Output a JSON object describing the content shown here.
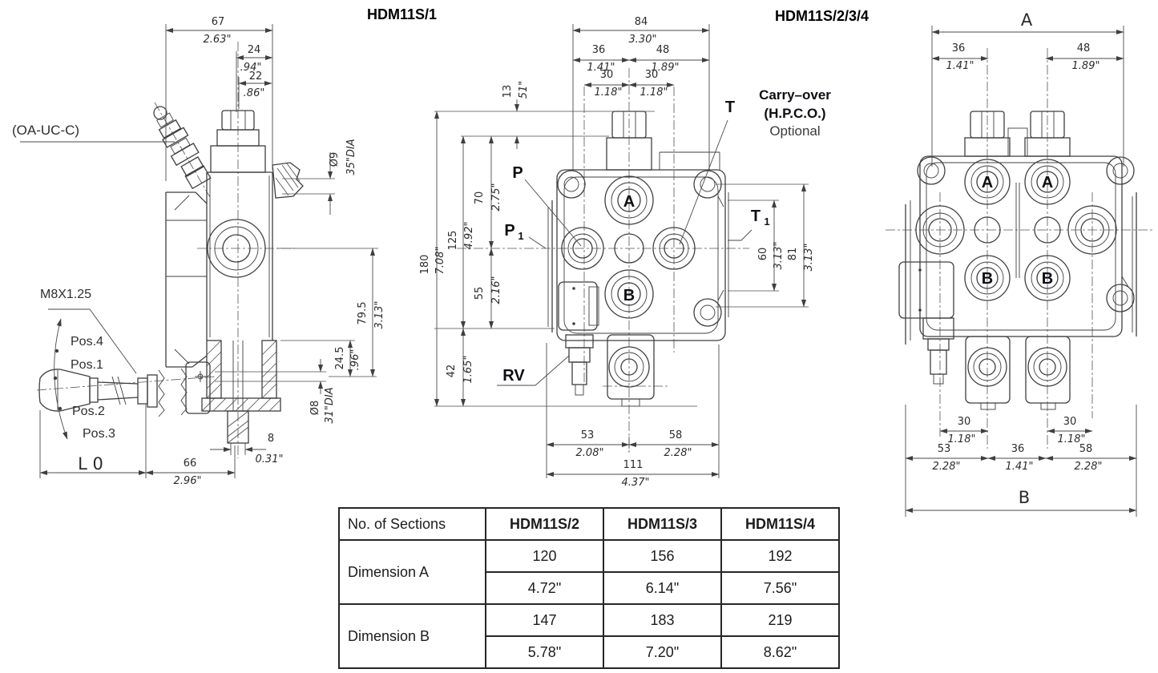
{
  "left": {
    "note": "(OA-UC-C)",
    "thread": "M8X1.25",
    "lever_len": "L 0",
    "pos": {
      "p4": "Pos.4",
      "p1": "Pos.1",
      "p2": "Pos.2",
      "p3": "Pos.3"
    },
    "d67": {
      "mm": "67",
      "in": "2.63\""
    },
    "d24": {
      "mm": "24",
      "in": ".94\""
    },
    "d22": {
      "mm": "22",
      "in": ".86\""
    },
    "d9": {
      "mm": "Ø9",
      "in": "35\"DIA"
    },
    "d795": {
      "mm": "79.5",
      "in": "3.13\""
    },
    "d245": {
      "mm": "24.5",
      "in": ".96\""
    },
    "d8dia": {
      "mm": "Ø8",
      "in": "31\"DIA"
    },
    "d8": {
      "mm": "8",
      "in": "0.31\""
    },
    "d66": {
      "mm": "66",
      "in": "2.96\""
    }
  },
  "middle": {
    "title": "HDM11S/1",
    "carry1": "Carry–over",
    "carry2": "(H.P.C.O.)",
    "carry3": "Optional",
    "ports": {
      "p": "P",
      "p1": "P",
      "p1s": "1",
      "a": "A",
      "b": "B",
      "t": "T",
      "t1": "T",
      "t1s": "1",
      "rv": "RV"
    },
    "d84": {
      "mm": "84",
      "in": "3.30\""
    },
    "d36": {
      "mm": "36",
      "in": "1.41\""
    },
    "d48": {
      "mm": "48",
      "in": "1.89\""
    },
    "d30a": {
      "mm": "30",
      "in": "1.18\""
    },
    "d30b": {
      "mm": "30",
      "in": "1.18\""
    },
    "d13": {
      "mm": "13",
      "in": "51\""
    },
    "d180": {
      "mm": "180",
      "in": "7.08\""
    },
    "d125": {
      "mm": "125",
      "in": "4.92\""
    },
    "d70": {
      "mm": "70",
      "in": "2.75\""
    },
    "d55": {
      "mm": "55",
      "in": "2.16\""
    },
    "d42": {
      "mm": "42",
      "in": "1.65\""
    },
    "d60": {
      "mm": "60",
      "in": "3.13\""
    },
    "d81": {
      "mm": "81",
      "in": "3.13\""
    },
    "d53": {
      "mm": "53",
      "in": "2.08\""
    },
    "d58": {
      "mm": "58",
      "in": "2.28\""
    },
    "d111": {
      "mm": "111",
      "in": "4.37\""
    }
  },
  "right": {
    "title": "HDM11S/2/3/4",
    "dimA": "A",
    "dimB": "B",
    "ports": {
      "a1": "A",
      "a2": "A",
      "b1": "B",
      "b2": "B"
    },
    "d36": {
      "mm": "36",
      "in": "1.41\""
    },
    "d48": {
      "mm": "48",
      "in": "1.89\""
    },
    "d30a": {
      "mm": "30",
      "in": "1.18\""
    },
    "d30b": {
      "mm": "30",
      "in": "1.18\""
    },
    "d53": {
      "mm": "53",
      "in": "2.28\""
    },
    "d36b": {
      "mm": "36",
      "in": "1.41\""
    },
    "d58": {
      "mm": "58",
      "in": "2.28\""
    }
  },
  "table": {
    "headers": [
      "No. of Sections",
      "HDM11S/2",
      "HDM11S/3",
      "HDM11S/4"
    ],
    "row_a": {
      "label": "Dimension A",
      "mm": [
        "120",
        "156",
        "192"
      ],
      "inch": [
        "4.72\"",
        "6.14\"",
        "7.56\""
      ]
    },
    "row_b": {
      "label": "Dimension B",
      "mm": [
        "147",
        "183",
        "219"
      ],
      "inch": [
        "5.78\"",
        "7.20\"",
        "8.62\""
      ]
    }
  }
}
